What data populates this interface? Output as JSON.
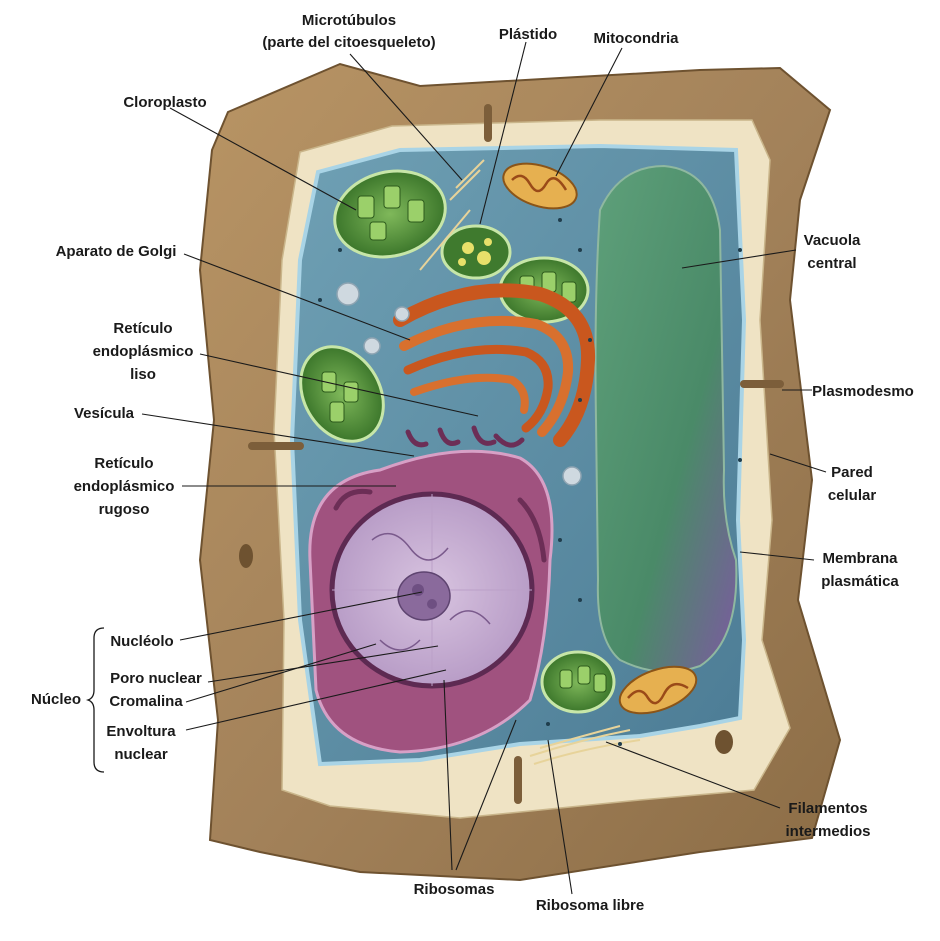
{
  "labels": {
    "microtubulos_1": "Microtúbulos",
    "microtubulos_2": "(parte del citoesqueleto)",
    "plastido": "Plástido",
    "mitocondria": "Mitocondria",
    "cloroplasto": "Cloroplasto",
    "golgi": "Aparato de Golgi",
    "rel_1": "Retículo",
    "rel_2": "endoplásmico",
    "rel_3": "liso",
    "vesicula": "Vesícula",
    "rer_1": "Retículo",
    "rer_2": "endoplásmico",
    "rer_3": "rugoso",
    "vacuola_1": "Vacuola",
    "vacuola_2": "central",
    "plasmodesmo": "Plasmodesmo",
    "pared_1": "Pared",
    "pared_2": "celular",
    "membrana_1": "Membrana",
    "membrana_2": "plasmática",
    "nucleo": "Núcleo",
    "nucleolo": "Nucléolo",
    "poro": "Poro nuclear",
    "cromalina": "Cromalina",
    "envoltura_1": "Envoltura",
    "envoltura_2": "nuclear",
    "filamentos_1": "Filamentos",
    "filamentos_2": "intermedios",
    "ribosomas": "Ribosomas",
    "ribosoma_libre": "Ribosoma libre"
  },
  "colors": {
    "cell_wall": "#a8865a",
    "wall_inner": "#efe3c4",
    "cytoplasm": "#5f8fa6",
    "vacuole": "#4f8f6e",
    "vacuole_edge": "#8a5fa8",
    "chloroplast": "#3f7a2e",
    "golgi": "#c2571f",
    "mitochondria": "#d89a36",
    "nucleus": "#b97fb4",
    "nucleus_inner": "#c9a6d4",
    "er": "#a0527f"
  }
}
